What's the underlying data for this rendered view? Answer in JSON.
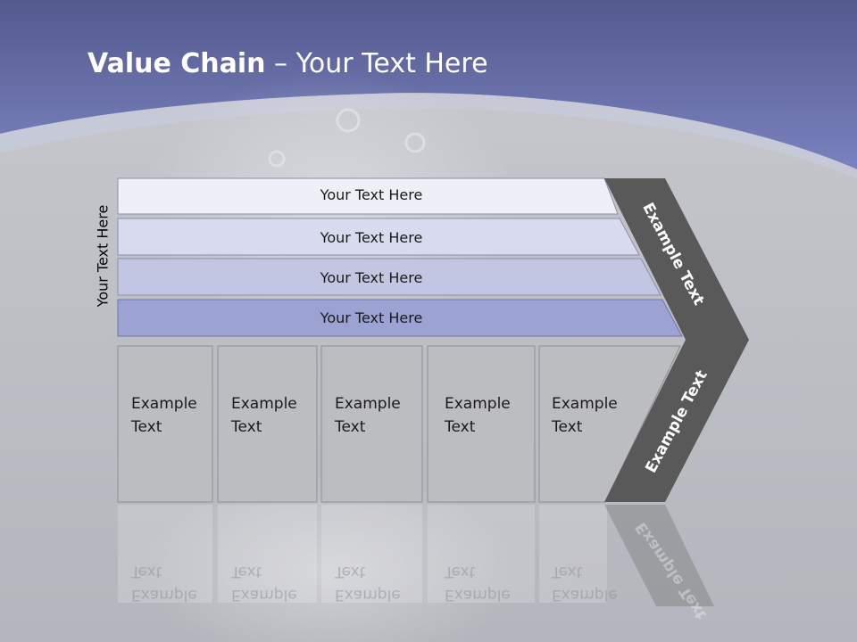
{
  "title": {
    "bold": "Value Chain",
    "rest": " – Your Text Here"
  },
  "side_label": "Your Text Here",
  "rows": [
    {
      "label": "Your Text Here",
      "color": "#eef0f8"
    },
    {
      "label": "Your Text Here",
      "color": "#d8dbee"
    },
    {
      "label": "Your Text Here",
      "color": "#c2c6e3"
    },
    {
      "label": "Your Text Here",
      "color": "#9ca2d1"
    }
  ],
  "boxes": [
    {
      "label": "Example\nText"
    },
    {
      "label": "Example\nText"
    },
    {
      "label": "Example\nText"
    },
    {
      "label": "Example\nText"
    },
    {
      "label": "Example\nText"
    }
  ],
  "chevron": {
    "top_label": "Example Text",
    "bottom_label": "Example Text"
  },
  "colors": {
    "header": "#6a72ae",
    "box": "#bcbdc1",
    "chevron": "#595959"
  }
}
